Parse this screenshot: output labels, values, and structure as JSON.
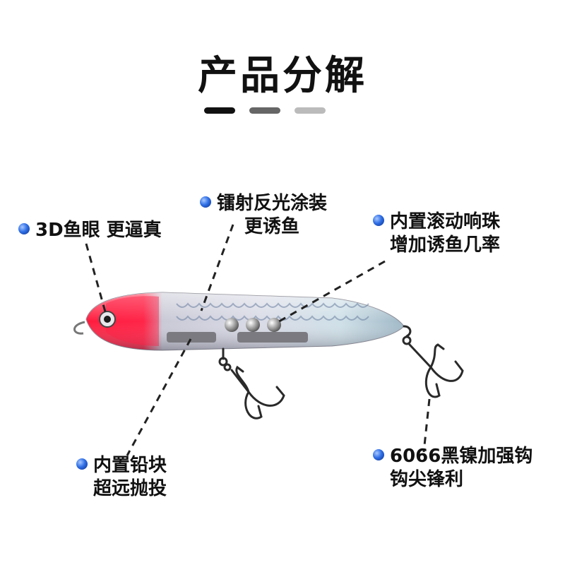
{
  "title": "产品分解",
  "indicator_colors": [
    "#111111",
    "#666666",
    "#bbbbbb"
  ],
  "accent_color": "#2f6fe6",
  "callouts": {
    "eye": {
      "line1": "3D鱼眼  更逼真"
    },
    "coating": {
      "line1": "镭射反光涂装",
      "line2": "更诱鱼"
    },
    "beads": {
      "line1": "内置滚动响珠",
      "line2": "增加诱鱼几率"
    },
    "lead": {
      "line1": "内置铅块",
      "line2": "超远抛投"
    },
    "hooks": {
      "line1": "6066黑镍加强钩",
      "line2": "钩尖锋利"
    }
  }
}
